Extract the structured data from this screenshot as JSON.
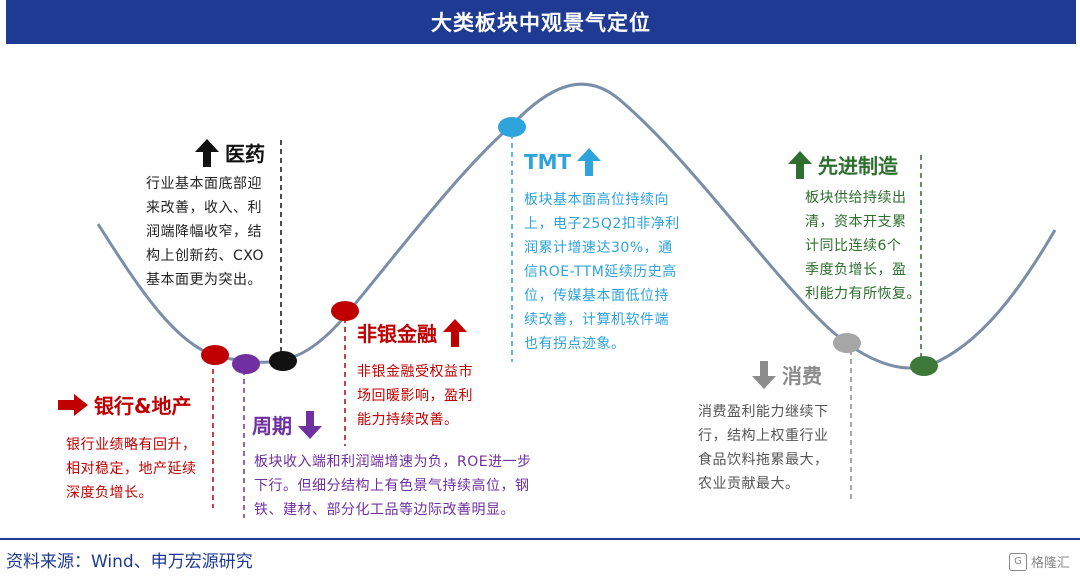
{
  "title": "大类板块中观景气定位",
  "source": "资料来源：Wind、申万宏源研究",
  "watermark": "格隆汇",
  "colors": {
    "header_bg": "#1f3a93",
    "curve": "#7b8ea8",
    "pharma": "#111111",
    "bank": "#c00000",
    "cycle": "#7030a0",
    "finance": "#c00000",
    "tmt": "#2ea3dc",
    "consumer": "#8c8c8c",
    "manufacturing": "#2e6e2e"
  },
  "sectors": {
    "pharma": {
      "name": "医药",
      "trend": "up",
      "desc_lines": [
        "行业基本面底部迎",
        "来改善，收入、利",
        "润端降幅收窄，结",
        "构上创新药、CXO",
        "基本面更为突出。"
      ]
    },
    "bank": {
      "name": "银行&地产",
      "trend": "right",
      "desc_lines": [
        "银行业绩略有回升，",
        "相对稳定，地产延续",
        "深度负增长。"
      ]
    },
    "cycle": {
      "name": "周期",
      "trend": "down",
      "desc_lines": [
        "板块收入端和利润端增速为负，ROE进一步",
        "下行。但细分结构上有色景气持续高位，钢",
        "铁、建材、部分化工品等边际改善明显。"
      ]
    },
    "finance": {
      "name": "非银金融",
      "trend": "up",
      "desc_lines": [
        "非银金融受权益市",
        "场回暖影响，盈利",
        "能力持续改善。"
      ]
    },
    "tmt": {
      "name": "TMT",
      "trend": "up",
      "desc_lines": [
        "板块基本面高位持续向",
        "上，电子25Q2扣非净利",
        "润累计增速达30%，通",
        "信ROE-TTM延续历史高",
        "位，传媒基本面低位持",
        "续改善，计算机软件端",
        "也有拐点迹象。"
      ]
    },
    "consumer": {
      "name": "消费",
      "trend": "down",
      "desc_lines": [
        "消费盈利能力继续下",
        "行，结构上权重行业",
        "食品饮料拖累最大，",
        "农业贡献最大。"
      ]
    },
    "manufacturing": {
      "name": "先进制造",
      "trend": "up",
      "desc_lines": [
        "板块供给持续出",
        "清，资本开支累",
        "计同比连续6个",
        "季度负增长，盈",
        "利能力有所恢复。"
      ]
    }
  }
}
